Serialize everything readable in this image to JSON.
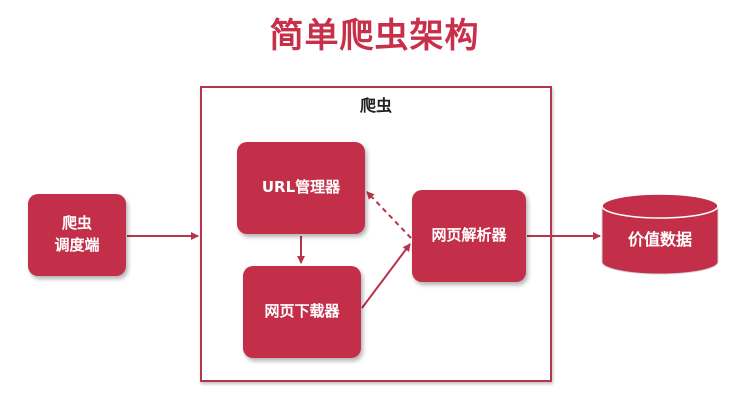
{
  "title": "简单爬虫架构",
  "spider_frame": {
    "label": "爬虫"
  },
  "nodes": {
    "scheduler": {
      "line1": "爬虫",
      "line2": "调度端"
    },
    "url_manager": {
      "label": "URL管理器"
    },
    "downloader": {
      "label": "网页下载器"
    },
    "parser": {
      "label": "网页解析器"
    },
    "valuable_data": {
      "label": "价值数据"
    }
  },
  "colors": {
    "accent": "#c32f48",
    "title": "#c8304a",
    "frame": "#b8334b",
    "arrow": "#b8334b"
  }
}
